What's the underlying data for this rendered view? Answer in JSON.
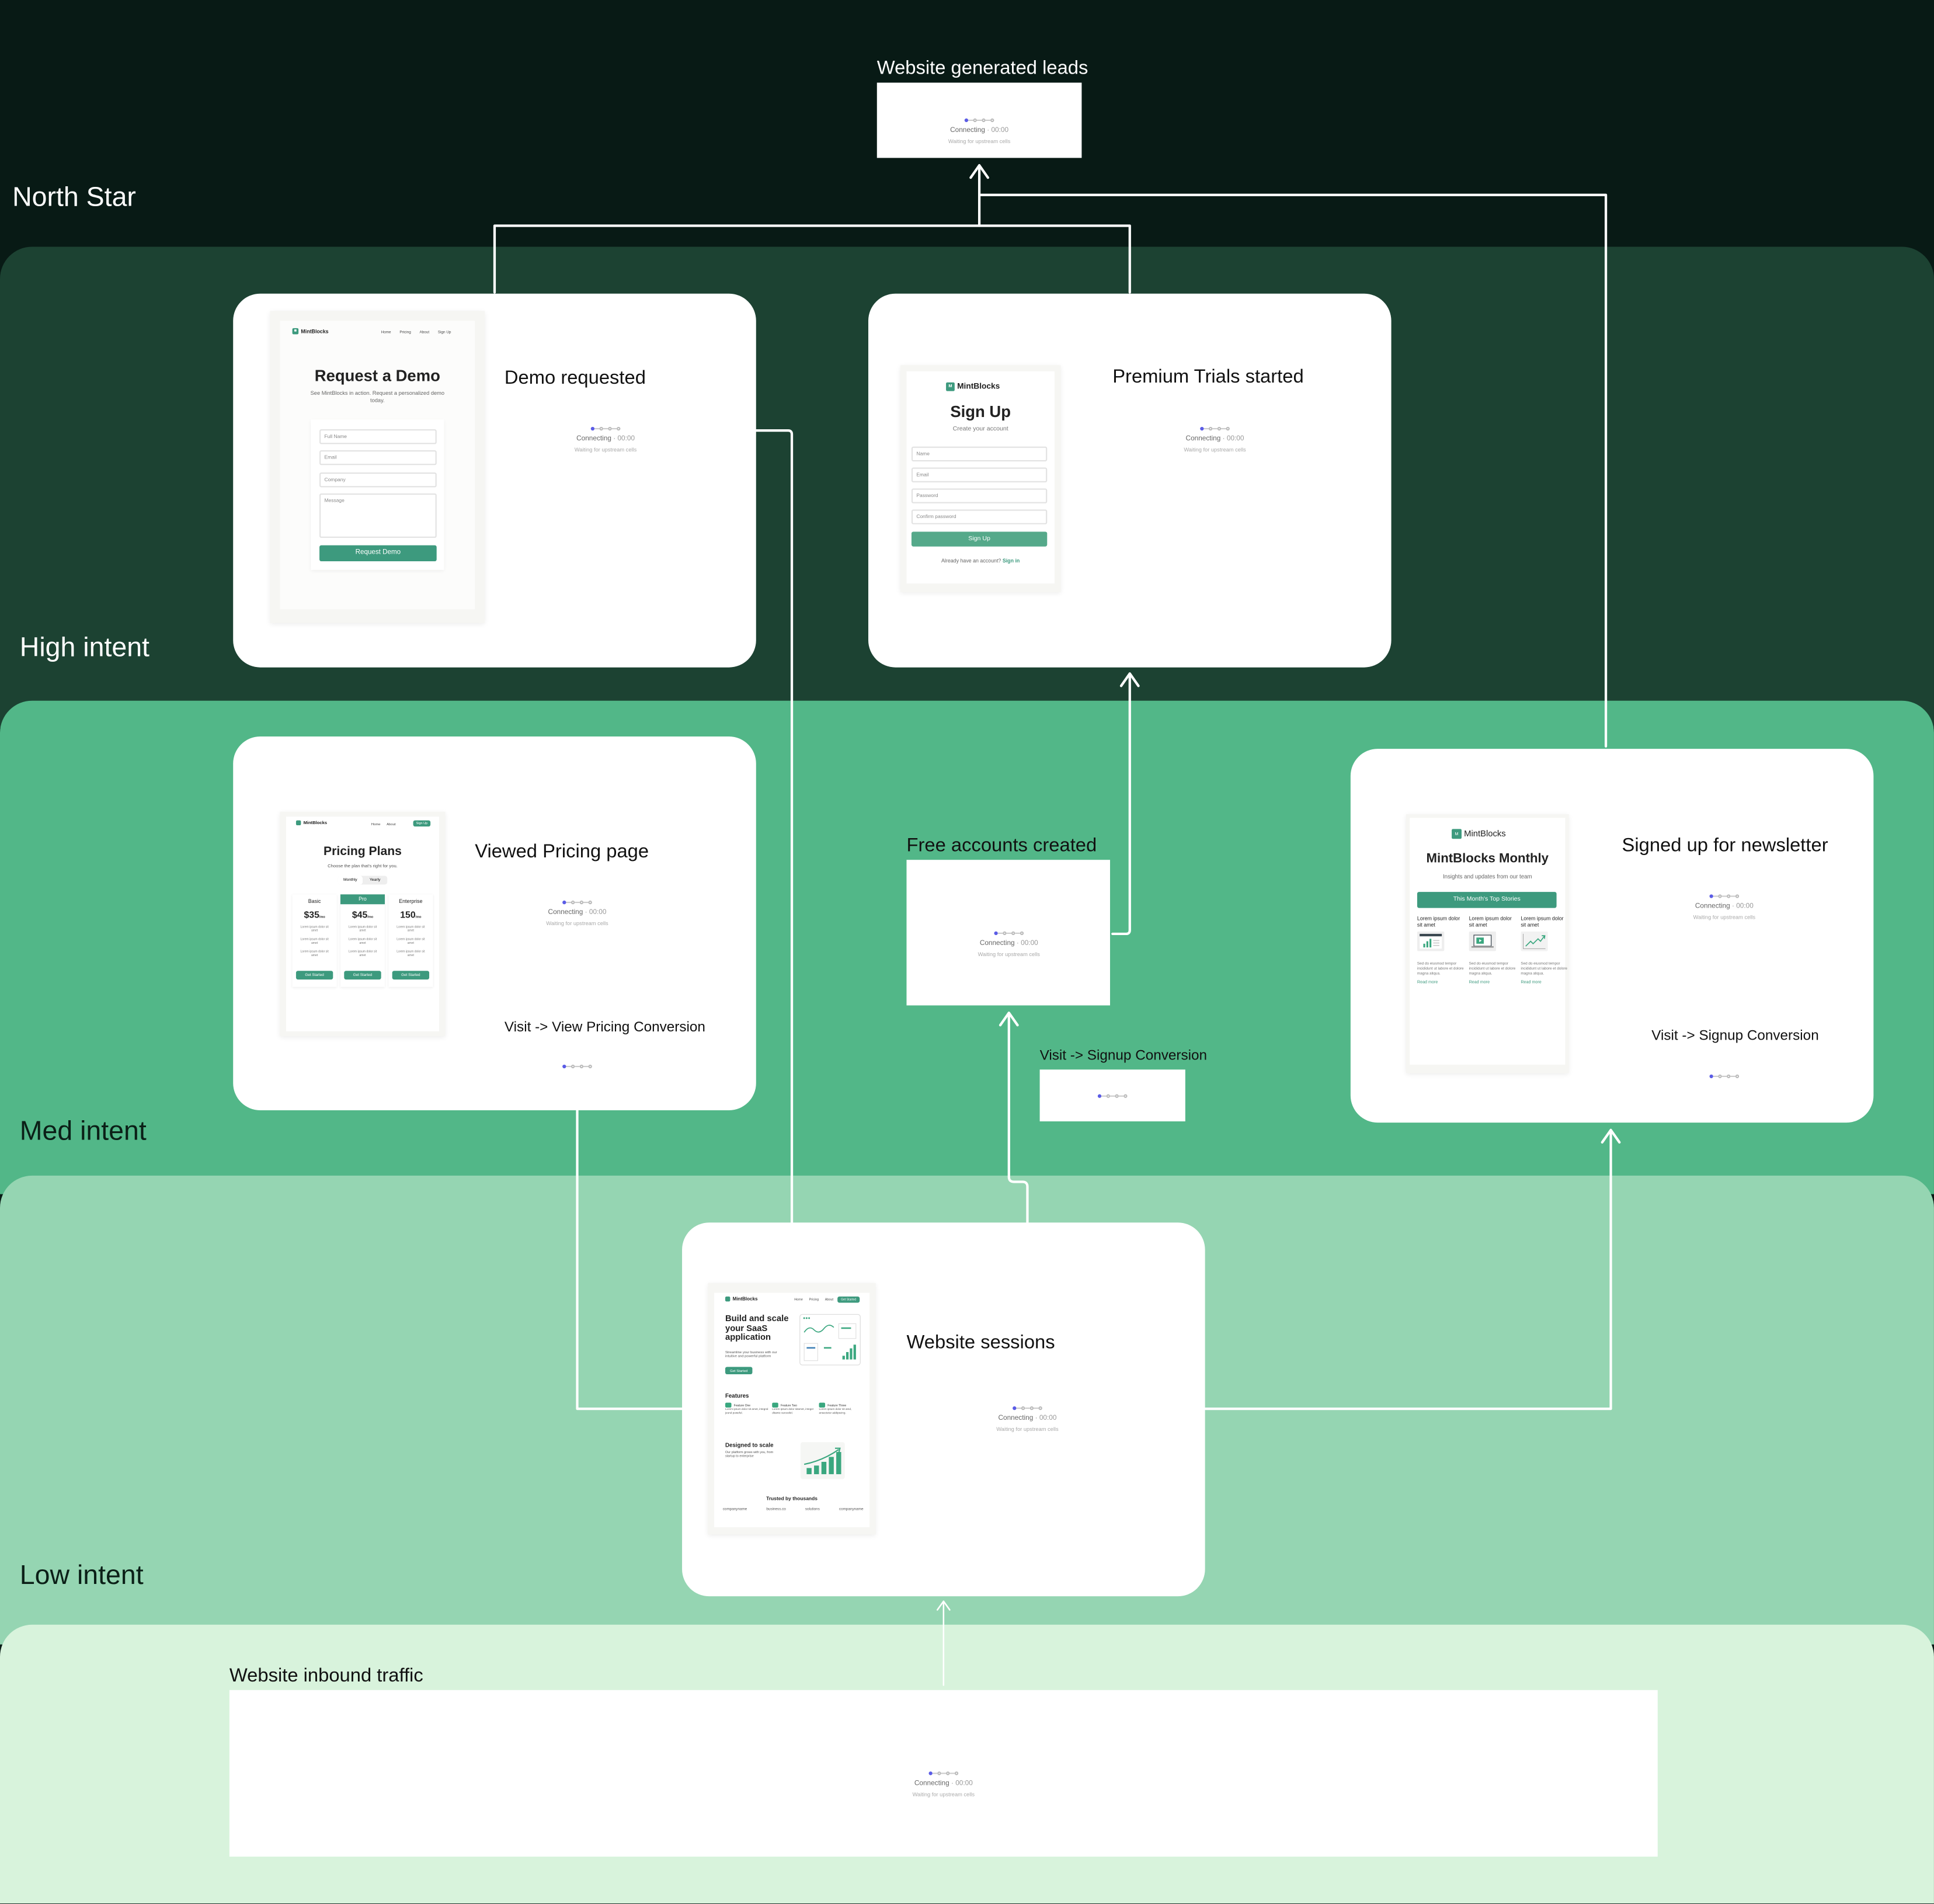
{
  "colors": {
    "north_star": "#081a15",
    "high": "#1c4232",
    "med": "#52b788",
    "low": "#95d5b2",
    "base": "#d8f3dc",
    "accent": "#3d9a7e",
    "status_dot": "#5b5ce6"
  },
  "bands": {
    "north_star": "North Star",
    "high": "High intent",
    "med": "Med intent",
    "low": "Low intent"
  },
  "status": {
    "label": "Connecting",
    "sep": " · ",
    "time": "00:00",
    "sub": "Waiting for upstream cells"
  },
  "nodes": {
    "leads": {
      "title": "Website generated leads"
    },
    "demo": {
      "title": "Demo requested"
    },
    "premium": {
      "title": "Premium Trials started"
    },
    "pricing": {
      "title": "Viewed Pricing page",
      "conversion": "Visit -> View Pricing Conversion"
    },
    "free": {
      "title": "Free accounts created"
    },
    "signup_conv": {
      "title": "Visit -> Signup Conversion"
    },
    "newsletter": {
      "title": "Signed up for newsletter",
      "conversion": "Visit -> Signup Conversion"
    },
    "sessions": {
      "title": "Website sessions"
    },
    "inbound": {
      "title": "Website inbound traffic"
    }
  },
  "brand": "MintBlocks",
  "demo_page": {
    "nav": [
      "Home",
      "Pricing",
      "About",
      "Sign Up"
    ],
    "heading": "Request a Demo",
    "sub": "See MintBlocks in action. Request a personalized demo today.",
    "fields": [
      "Full Name",
      "Email",
      "Company",
      "Message"
    ],
    "button": "Request Demo"
  },
  "signup_page": {
    "heading": "Sign Up",
    "sub": "Create your account",
    "fields": [
      "Name",
      "Email",
      "Password",
      "Confirm password"
    ],
    "button": "Sign Up",
    "footer": "Already have an account?",
    "link": "Sign in"
  },
  "pricing_page": {
    "nav": [
      "Home",
      "About"
    ],
    "nav_button": "Sign Up",
    "heading": "Pricing Plans",
    "sub": "Choose the plan that's right for you.",
    "toggle": [
      "Monthly",
      "Yearly"
    ],
    "plans": [
      {
        "name": "Basic",
        "price": "$35",
        "unit": "/mo"
      },
      {
        "name": "Pro",
        "price": "$45",
        "unit": "/mo"
      },
      {
        "name": "Enterprise",
        "price": "150",
        "unit": "/mo"
      }
    ],
    "feature": "Lorem ipsum dolor sit amet",
    "button": "Get Started"
  },
  "newsletter_page": {
    "heading": "MintBlocks Monthly",
    "sub": "Insights and updates from our team",
    "banner": "This Month's Top Stories",
    "stories": [
      {
        "title": "Lorem ipsum dolor sit amet",
        "icon": "dashboard-chart-icon"
      },
      {
        "title": "Lorem ipsum dolor sit amet",
        "icon": "laptop-video-icon"
      },
      {
        "title": "Lorem ipsum dolor sit amet",
        "icon": "trend-line-icon"
      }
    ],
    "body": "Sed do eiusmod tempor incididunt ut labore et dolore magna aliqua.",
    "link": "Read more"
  },
  "home_page": {
    "nav": [
      "Home",
      "Pricing",
      "About"
    ],
    "nav_button": "Get Started",
    "heading": "Build and scale your SaaS application",
    "sub": "Streamline your business with our intuitive and powerful platform",
    "button": "Get Started",
    "features_title": "Features",
    "features": [
      {
        "name": "Feature One",
        "text": "Lorem ipsum dolor sit amet, integral jeund poweful."
      },
      {
        "name": "Feature Two",
        "text": "Lorem ipsum dolor sitamet, integer ditamic surcesfel."
      },
      {
        "name": "Feature Three",
        "text": "Lorem ipsum dolor sit amd, ansectetur addipscing."
      }
    ],
    "scale_title": "Designed to scale",
    "scale_sub": "Our platform grows with you, from startup to enterprise",
    "trusted": "Trusted by thousands",
    "companies": [
      "companyname",
      "business.co",
      "solutions",
      "companyname"
    ]
  }
}
